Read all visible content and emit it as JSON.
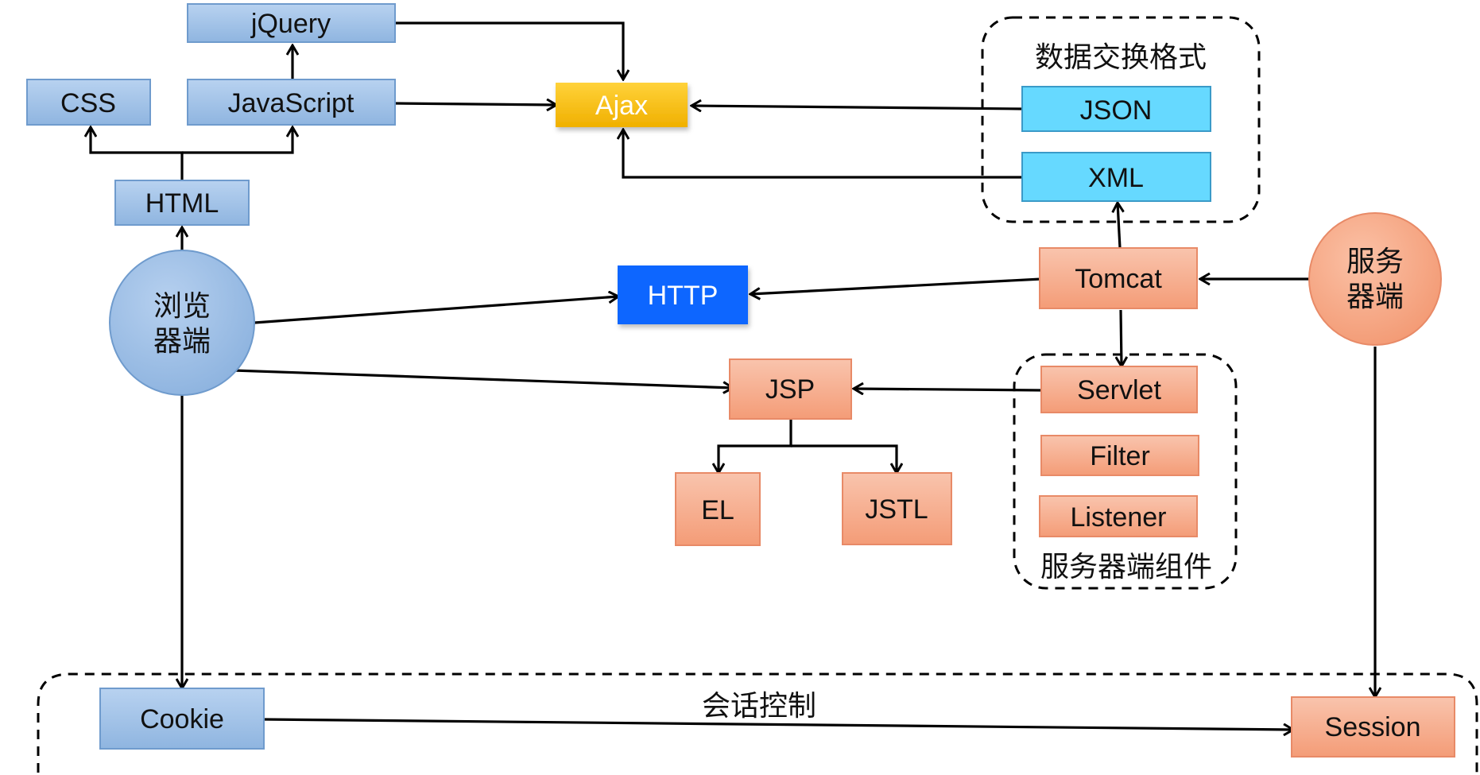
{
  "colors": {
    "blue_fill": "#9dc0e6",
    "blue_stroke": "#6f9bcd",
    "cyan_fill": "#66d9ff",
    "cyan_stroke": "#3a9ac8",
    "ajax_fill": "#f5be00",
    "http_fill": "#0b66ff",
    "salmon_fill": "#f7ae8e",
    "salmon_stroke": "#e88a67",
    "browser_fill": "#9dc0e6",
    "server_fill": "#f7a784"
  },
  "nodes": {
    "jquery": "jQuery",
    "css": "CSS",
    "javascript": "JavaScript",
    "html": "HTML",
    "ajax": "Ajax",
    "json": "JSON",
    "xml": "XML",
    "http": "HTTP",
    "tomcat": "Tomcat",
    "jsp": "JSP",
    "el": "EL",
    "jstl": "JSTL",
    "servlet": "Servlet",
    "filter": "Filter",
    "listener": "Listener",
    "cookie": "Cookie",
    "session": "Session",
    "browser_line1": "浏览",
    "browser_line2": "器端",
    "server_line1": "服务",
    "server_line2": "器端"
  },
  "groups": {
    "data_exchange": "数据交换格式",
    "server_components": "服务器端组件",
    "session_control": "会话控制"
  }
}
